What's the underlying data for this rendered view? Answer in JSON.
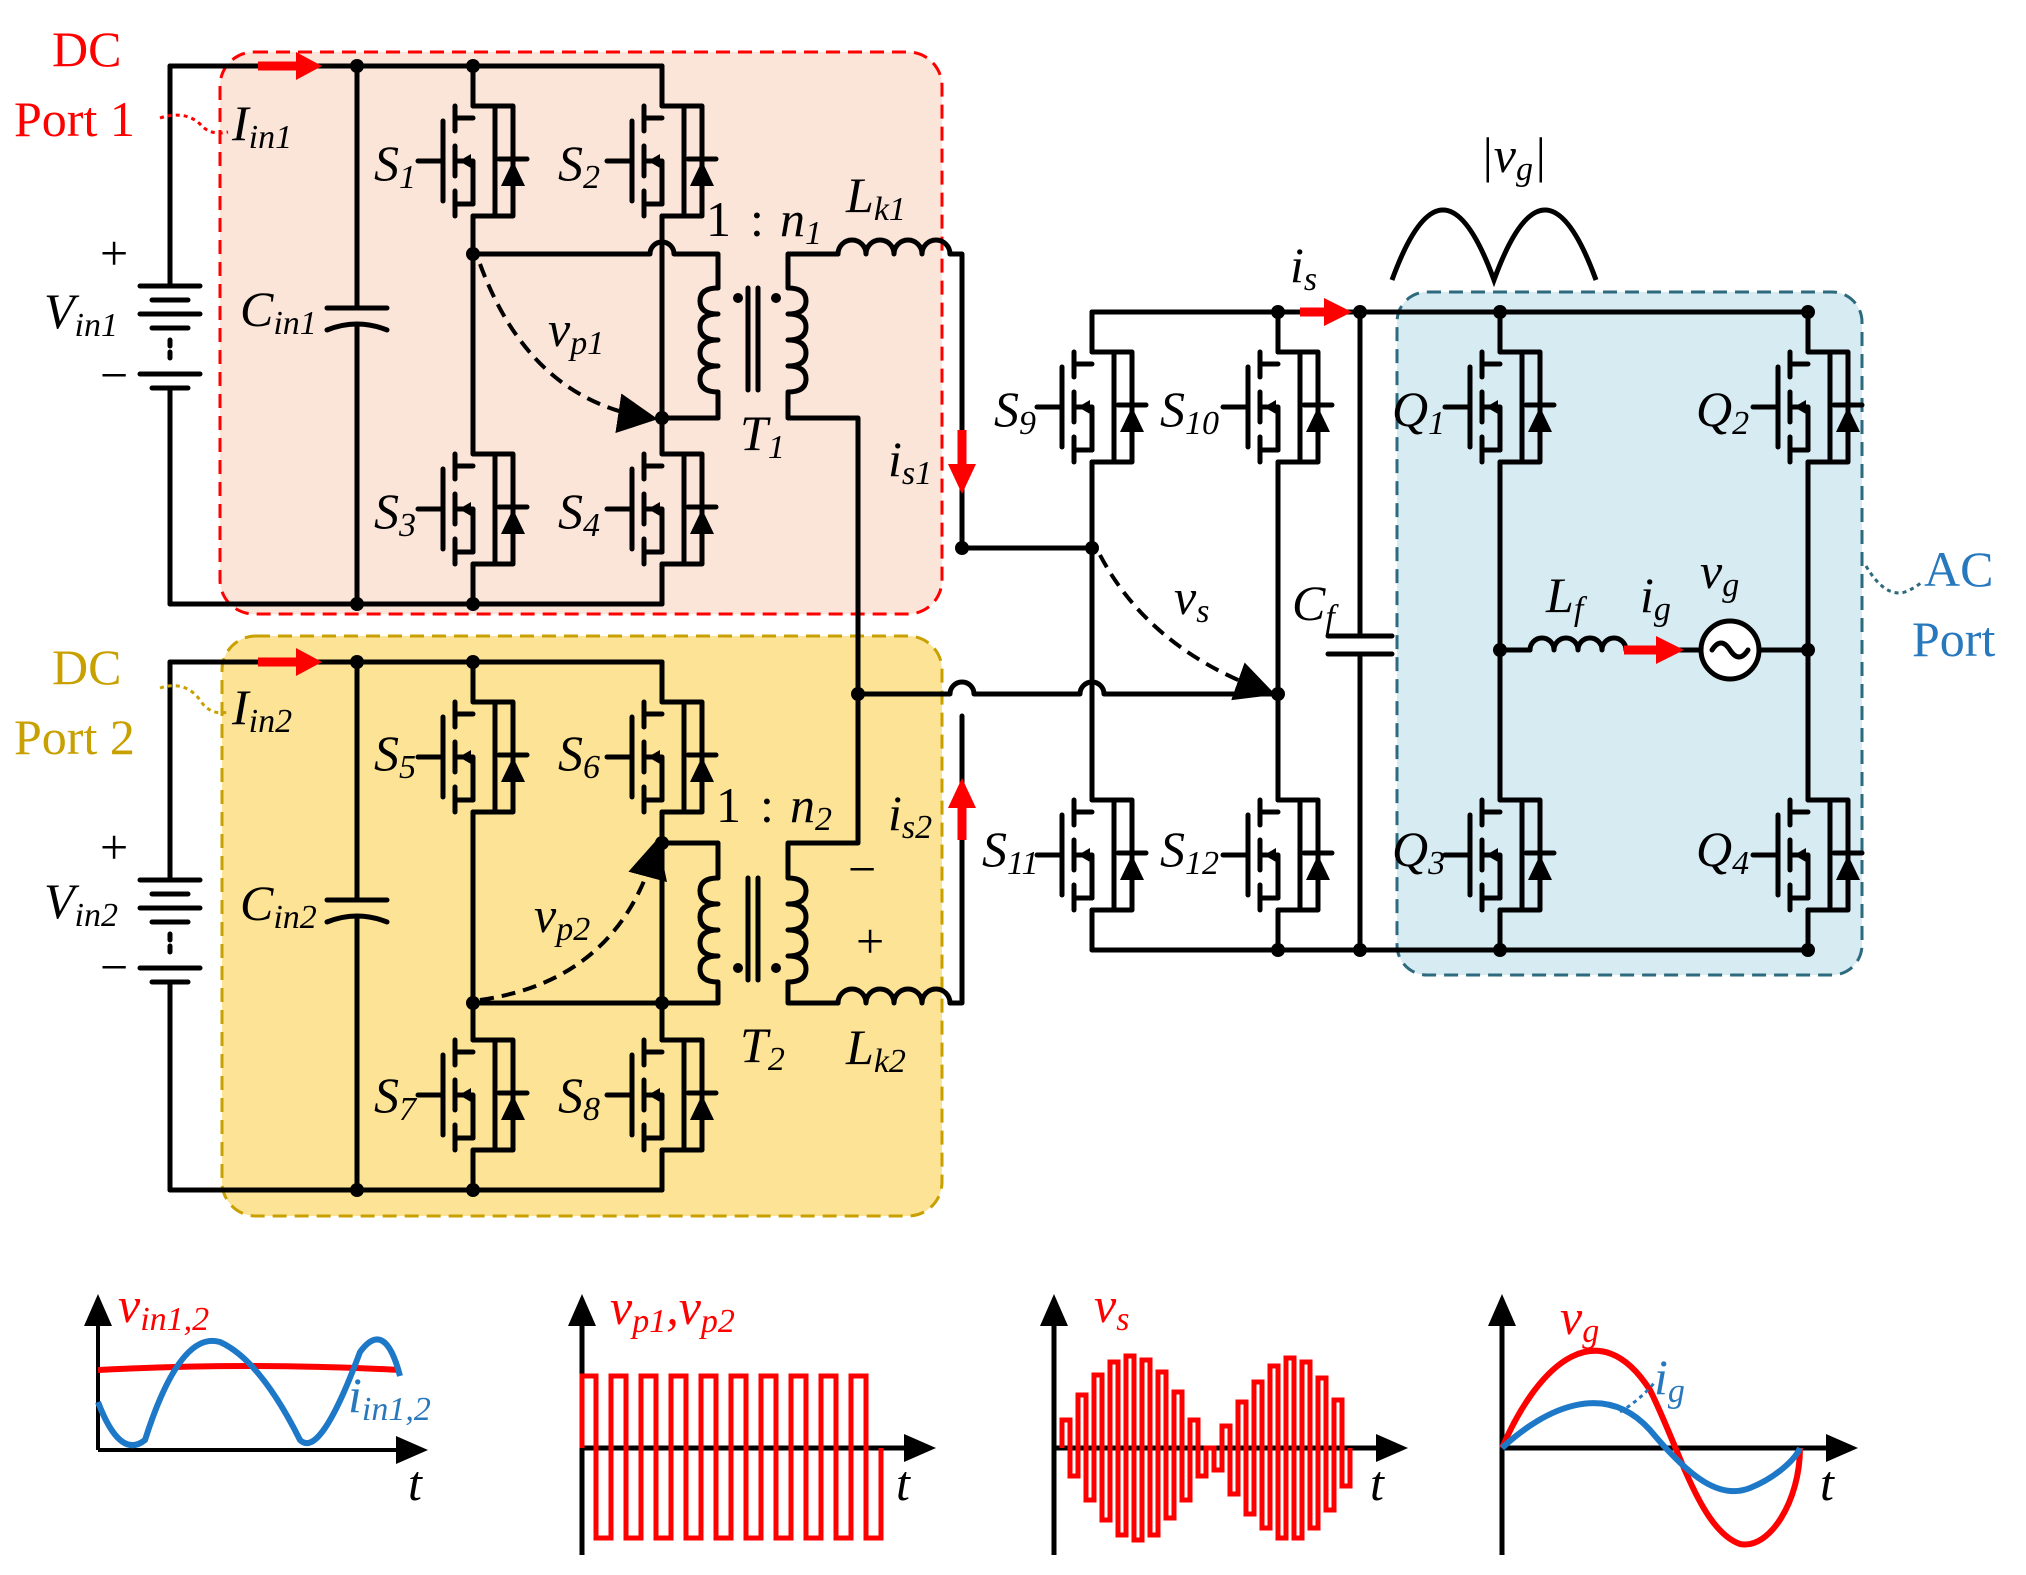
{
  "ports": {
    "dc1_label": [
      "DC",
      "Port 1"
    ],
    "dc2_label": [
      "DC",
      "Port 2"
    ],
    "ac_label": [
      "AC",
      "Port"
    ]
  },
  "labels": {
    "I": "I",
    "in1": "in1",
    "in2": "in2",
    "V": "V",
    "C": "C",
    "S": "S",
    "Q": "Q",
    "T": "T",
    "L": "L",
    "k1": "k1",
    "k2": "k2",
    "f": "f",
    "n": "n",
    "one": "1",
    "colon": ":",
    "v": "v",
    "p1": "p1",
    "p2": "p2",
    "s": "s",
    "s1": "s1",
    "s2": "s2",
    "g": "g",
    "i": "i",
    "plus": "+",
    "minus": "−",
    "s_nums": [
      "1",
      "2",
      "3",
      "4",
      "5",
      "6",
      "7",
      "8",
      "9",
      "10",
      "11",
      "12"
    ],
    "q_nums": [
      "1",
      "2",
      "3",
      "4"
    ],
    "t_nums": [
      "1",
      "2"
    ],
    "n_nums": [
      "1",
      "2"
    ],
    "abs_vg_bar": "|",
    "plots": {
      "p1_v": "v",
      "p1_v_sub": "in1,2",
      "p1_i": "i",
      "p1_i_sub": "in1,2",
      "p2_label": "v",
      "p2_sub1": "p1",
      "p2_comma": ",",
      "p2_sub2": "p2",
      "p3_label": "v",
      "p3_sub": "s",
      "p4_v": "v",
      "p4_v_sub": "g",
      "p4_i": "i",
      "p4_i_sub": "g",
      "t": "t"
    }
  },
  "colors": {
    "red": "#ff0000",
    "gold": "#c8a000",
    "blue": "#2878bd",
    "region1_fill": "#fbe5d9",
    "region2_fill": "#fde395",
    "region_ac_fill": "#d7ebf3"
  }
}
